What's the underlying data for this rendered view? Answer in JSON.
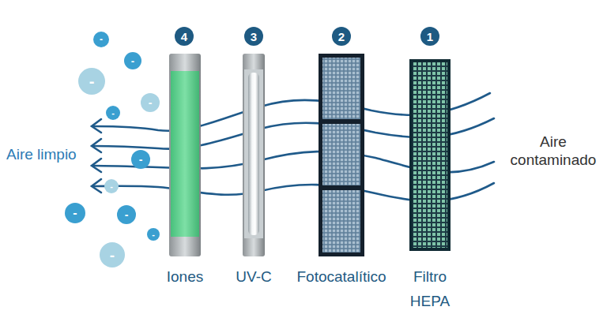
{
  "diagram": {
    "nodes": [
      {
        "text": [
          "4"
        ]
      },
      {
        "text": [
          "3"
        ]
      },
      {
        "text": [
          "2"
        ]
      },
      {
        "text": [
          "1"
        ]
      },
      {
        "text": [
          "Iones"
        ]
      },
      {
        "text": [
          "UV-C"
        ]
      },
      {
        "text": [
          "Fotocatalítico"
        ]
      },
      {
        "text": [
          "Filtro HEPA"
        ]
      },
      {
        "text": [
          "-"
        ]
      },
      {
        "text": [
          "-"
        ]
      },
      {
        "text": [
          "-"
        ]
      },
      {
        "text": [
          "-"
        ]
      },
      {
        "text": [
          "-"
        ]
      },
      {
        "text": [
          "-"
        ]
      },
      {
        "text": [
          "-"
        ]
      },
      {
        "text": [
          "-"
        ]
      },
      {
        "text": [
          "-"
        ]
      },
      {
        "text": [
          "-"
        ]
      },
      {
        "text": [
          "-"
        ]
      }
    ],
    "labels": [
      "Aire limpio",
      "Aire contaminado"
    ]
  }
}
